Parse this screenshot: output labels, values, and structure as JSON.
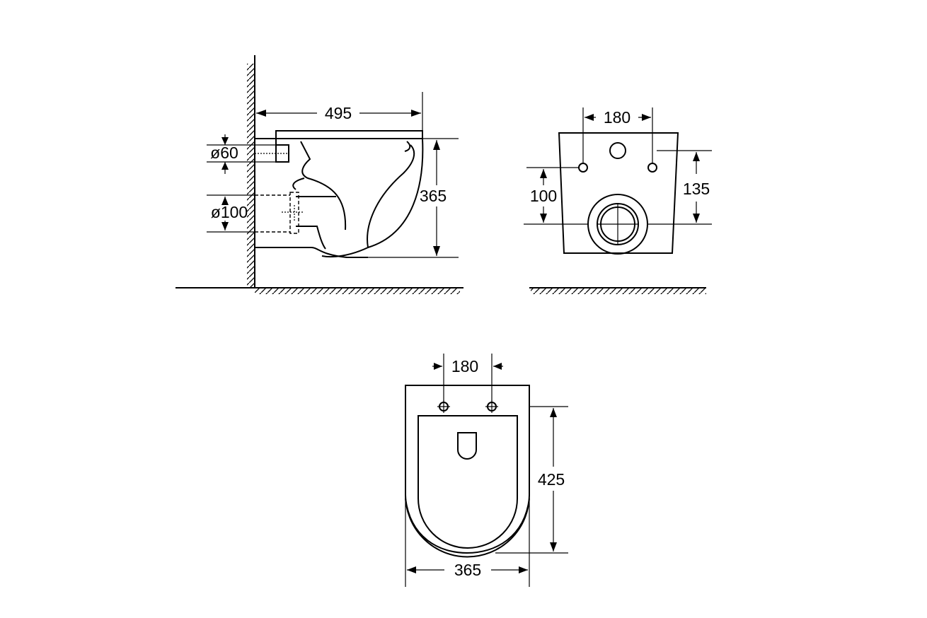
{
  "side_view": {
    "depth": "495",
    "height": "365",
    "inlet_diameter": "ø60",
    "outlet_diameter": "ø100"
  },
  "rear_view": {
    "bolt_spacing": "180",
    "outlet_height": "100",
    "bolt_to_outlet": "135"
  },
  "top_view": {
    "bolt_spacing": "180",
    "length": "425",
    "width": "365"
  }
}
